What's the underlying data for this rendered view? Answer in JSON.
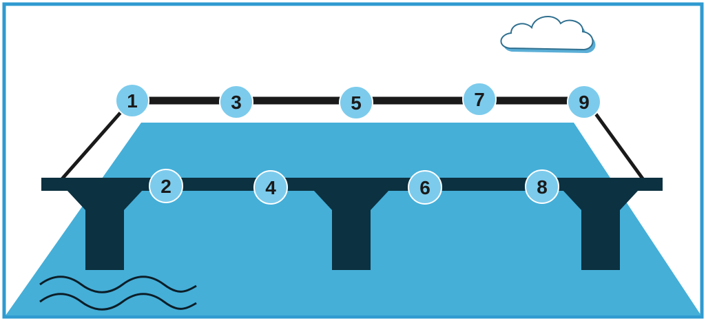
{
  "colors": {
    "frame": "#2f9bd0",
    "water": "#45afd8",
    "deck": "#0c3140",
    "node": "#7ccbec",
    "node_stroke": "#ffffff",
    "cable": "#1a1a1a",
    "wave": "#0c1e28",
    "cloud_fill": "#ffffff",
    "cloud_stroke": "#2f6f8f",
    "cloud_shadow": "#5aaed6"
  },
  "nodes": {
    "n1": "1",
    "n2": "2",
    "n3": "3",
    "n4": "4",
    "n5": "5",
    "n6": "6",
    "n7": "7",
    "n8": "8",
    "n9": "9"
  },
  "icons": {
    "cloud": "cloud-icon",
    "waves": "waves-icon"
  }
}
